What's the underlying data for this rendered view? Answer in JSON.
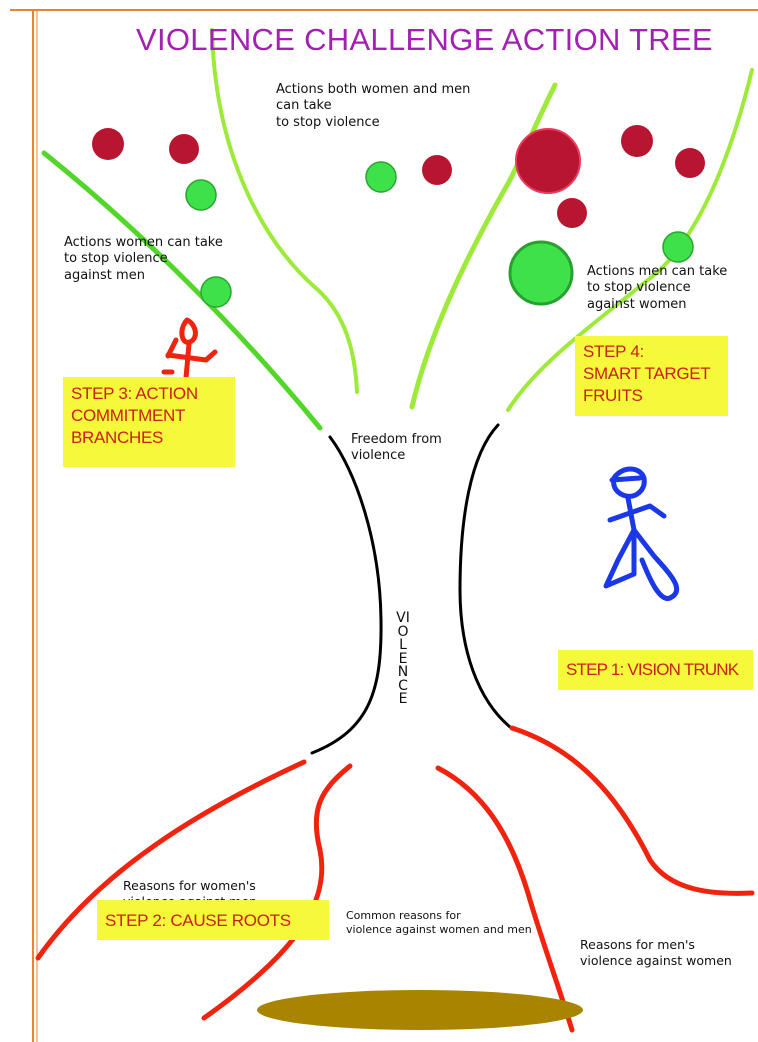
{
  "title": "VIOLENCE CHALLENGE ACTION TREE",
  "trunk_word": "VIOLENCE",
  "labels": {
    "both_actions": "Actions both women and men\n can take\nto stop violence",
    "women_actions": "Actions women can take\nto stop violence\nagainst men",
    "men_actions": "Actions men can take\nto stop violence\nagainst women",
    "freedom": "Freedom from\nviolence",
    "women_reasons": "Reasons for women's\nviolence against men",
    "common_reasons": "Common reasons for\nviolence against women and men",
    "men_reasons": "Reasons for men's\nviolence against women"
  },
  "steps": {
    "step1": "STEP 1: VISION TRUNK",
    "step2": "STEP 2:  CAUSE ROOTS",
    "step3": "STEP 3: ACTION\nCOMMITMENT\nBRANCHES",
    "step4": "STEP 4:\nSMART TARGET\n FRUITS"
  },
  "colors": {
    "title": "#a41fb3",
    "branch_dark": "#52d62a",
    "branch_light": "#9eea3b",
    "trunk": "#000000",
    "root": "#f0230f",
    "fruit_red": "#b81530",
    "fruit_green": "#3fe14a",
    "ground": "#a98400",
    "step_box": "#f6f93a",
    "step_text": "#c9201c",
    "woman_figure": "#f0230f",
    "man_figure": "#1a37e8"
  }
}
